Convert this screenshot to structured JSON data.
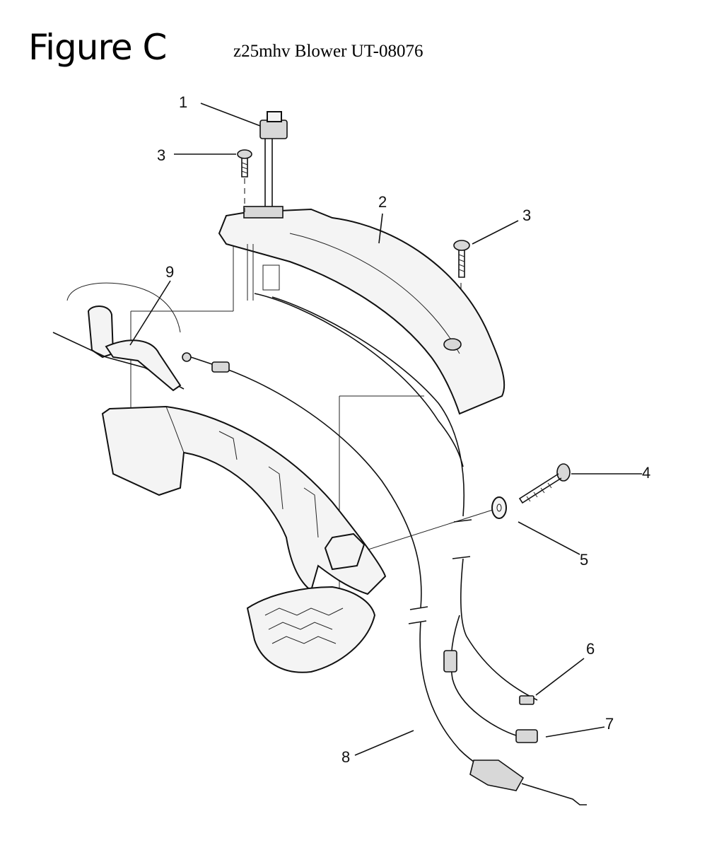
{
  "figure": {
    "title": "Figure C",
    "subtitle": "z25mhv Blower UT-08076"
  },
  "callouts": [
    "1",
    "2",
    "3",
    "3",
    "4",
    "5",
    "6",
    "7",
    "8",
    "9"
  ],
  "parts": [
    {
      "id": "1",
      "icon": "switch-icon"
    },
    {
      "id": "2",
      "icon": "handle-cover-icon"
    },
    {
      "id": "3",
      "icon": "screw-icon"
    },
    {
      "id": "4",
      "icon": "bolt-icon"
    },
    {
      "id": "5",
      "icon": "washer-icon"
    },
    {
      "id": "6",
      "icon": "wire-terminal-icon"
    },
    {
      "id": "7",
      "icon": "wire-connector-icon"
    },
    {
      "id": "8",
      "icon": "throttle-cable-icon"
    },
    {
      "id": "9",
      "icon": "throttle-trigger-icon"
    }
  ]
}
